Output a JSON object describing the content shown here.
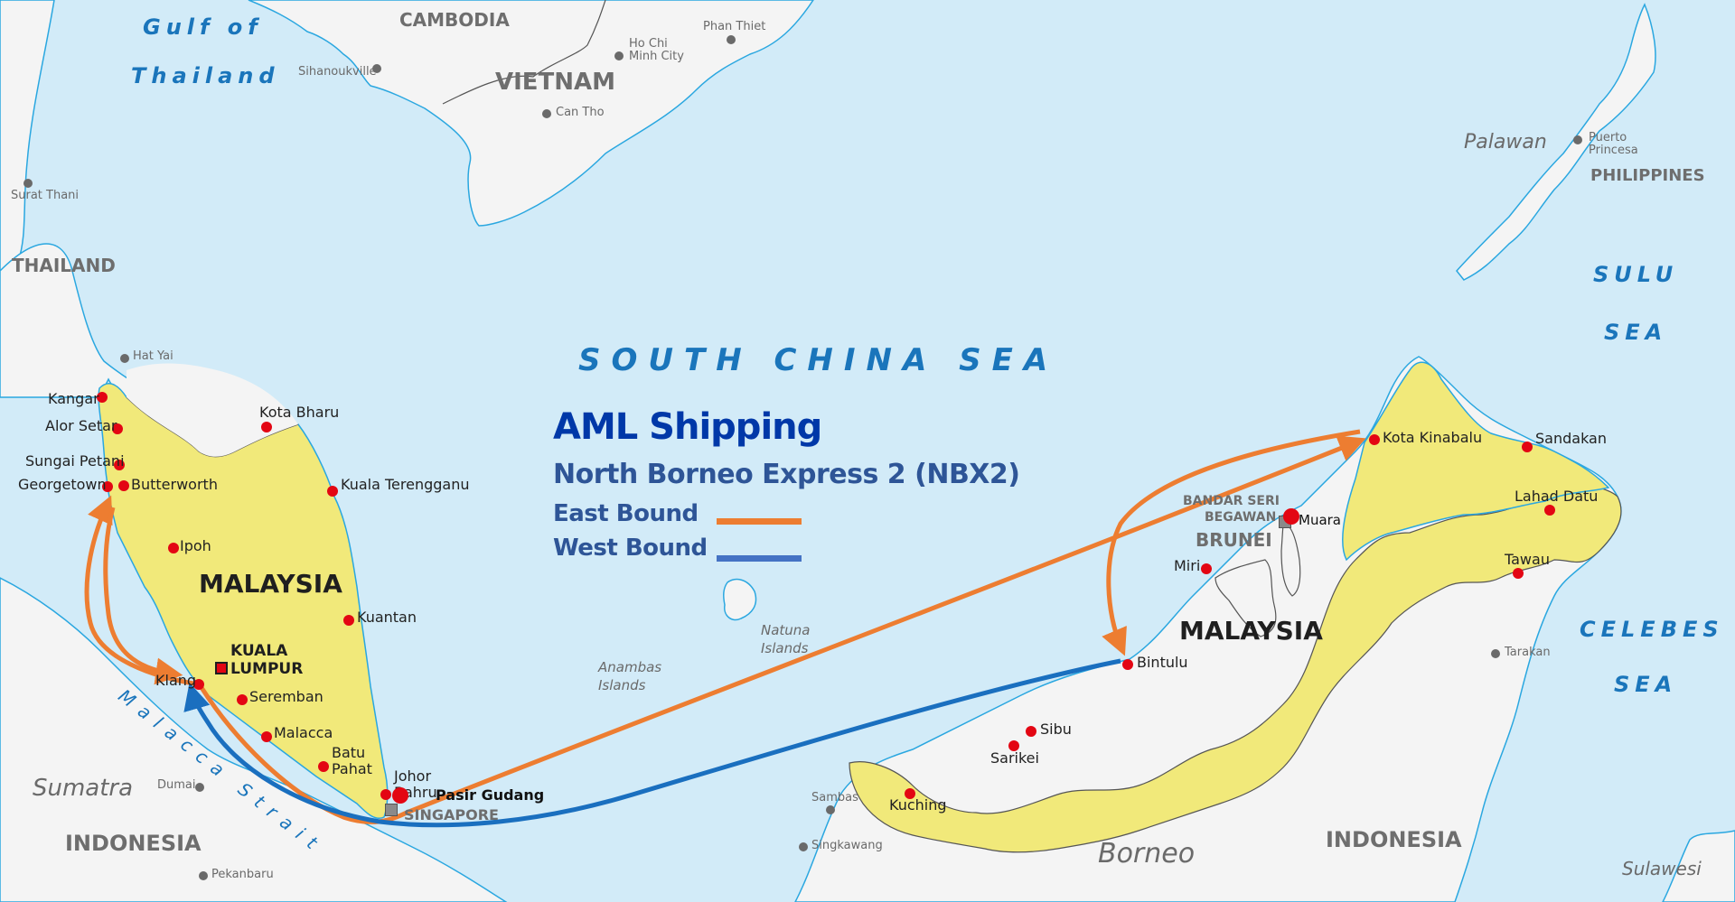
{
  "legend": {
    "title": "AML Shipping",
    "service": "North Borneo Express 2 (NBX2)",
    "items": [
      {
        "label": "East Bound",
        "color": "#ed7d31"
      },
      {
        "label": "West Bound",
        "color": "#4472c4"
      }
    ]
  },
  "colors": {
    "sea": "#d2ebf8",
    "land": "#f4f4f4",
    "malaysia": "#f1e97a",
    "coast": "#2aa7e0",
    "border": "#555555",
    "east_bound_route": "#ed7d31",
    "west_bound_route": "#1a6fbf",
    "port_dot": "#e30613"
  },
  "seas": {
    "gulf_line1": "Gulf of",
    "gulf_line2": "Thailand",
    "south_china_sea": "SOUTH CHINA SEA",
    "sulu_line1": "SULU",
    "sulu_line2": "SEA",
    "celebes_line1": "CELEBES",
    "celebes_line2": "SEA",
    "malacca_strait": "Malacca Strait"
  },
  "countries": {
    "cambodia": "CAMBODIA",
    "vietnam": "VIETNAM",
    "thailand": "THAILAND",
    "malaysia_west": "MALAYSIA",
    "malaysia_east": "MALAYSIA",
    "brunei": "BRUNEI",
    "philippines": "PHILIPPINES",
    "indonesia_west": "INDONESIA",
    "indonesia_east": "INDONESIA",
    "singapore": "SINGAPORE"
  },
  "regions": {
    "sumatra": "Sumatra",
    "borneo": "Borneo",
    "palawan": "Palawan",
    "sulawesi": "Sulawesi",
    "natuna_line1": "Natuna",
    "natuna_line2": "Islands",
    "anambas_line1": "Anambas",
    "anambas_line2": "Islands"
  },
  "capital": {
    "kl_line1": "KUALA",
    "kl_line2": "LUMPUR",
    "bsb_line1": "BANDAR SERI",
    "bsb_line2": "BEGAWAN"
  },
  "cities_malaysia": {
    "kangar": "Kangar",
    "alor_setar": "Alor Setar",
    "sungai_petani": "Sungai Petani",
    "georgetown": "Georgetown",
    "butterworth": "Butterworth",
    "ipoh": "Ipoh",
    "kota_bharu": "Kota Bharu",
    "kuala_terengganu": "Kuala Terengganu",
    "kuantan": "Kuantan",
    "klang": "Klang",
    "seremban": "Seremban",
    "malacca": "Malacca",
    "batu_pahat_line1": "Batu",
    "batu_pahat_line2": "Pahat",
    "johor_line1": "Johor",
    "johor_line2": "Bahru",
    "pasir_gudang": "Pasir Gudang",
    "bintulu": "Bintulu",
    "sibu": "Sibu",
    "sarikei": "Sarikei",
    "kuching": "Kuching",
    "miri": "Miri",
    "muara": "Muara",
    "kota_kinabalu": "Kota Kinabalu",
    "sandakan": "Sandakan",
    "lahad_datu": "Lahad Datu",
    "tawau": "Tawau"
  },
  "cities_other": {
    "surat_thani": "Surat Thani",
    "hat_yai": "Hat Yai",
    "sihanoukville": "Sihanoukville",
    "ho_chi_minh_line1": "Ho Chi",
    "ho_chi_minh_line2": "Minh City",
    "can_tho": "Can Tho",
    "phan_thiet": "Phan Thiet",
    "puerto_princesa_line1": "Puerto",
    "puerto_princesa_line2": "Princesa",
    "dumai": "Dumai",
    "pekanbaru": "Pekanbaru",
    "sambas": "Sambas",
    "singkawang": "Singkawang",
    "tarakan": "Tarakan"
  }
}
